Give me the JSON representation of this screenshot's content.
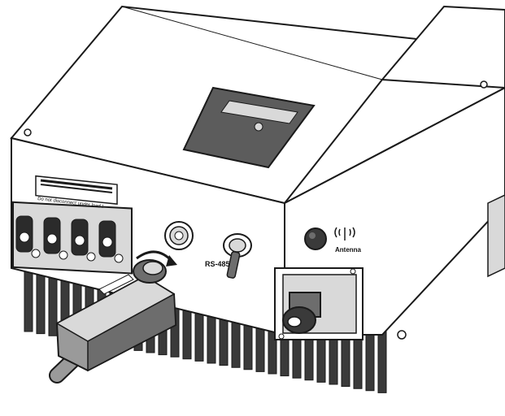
{
  "labels": {
    "dc_warning": "Do not disconnect under load !",
    "rs485": "RS-485",
    "antenna": "Antenna",
    "ac_symbol": "~"
  },
  "colors": {
    "line": "#1a1a1a",
    "panel_gray": "#d9d9d9",
    "display_window": "#5c5c5c",
    "heatsink": "#3a3a3a",
    "dongle_body": "#9a9a9a",
    "dongle_dark": "#6d6d6d",
    "connector_dark": "#2b2b2b"
  },
  "icons": {
    "display": "lcd-display-icon",
    "rotate": "rotate-arrow-icon",
    "antenna_signal": "antenna-signal-icon"
  }
}
